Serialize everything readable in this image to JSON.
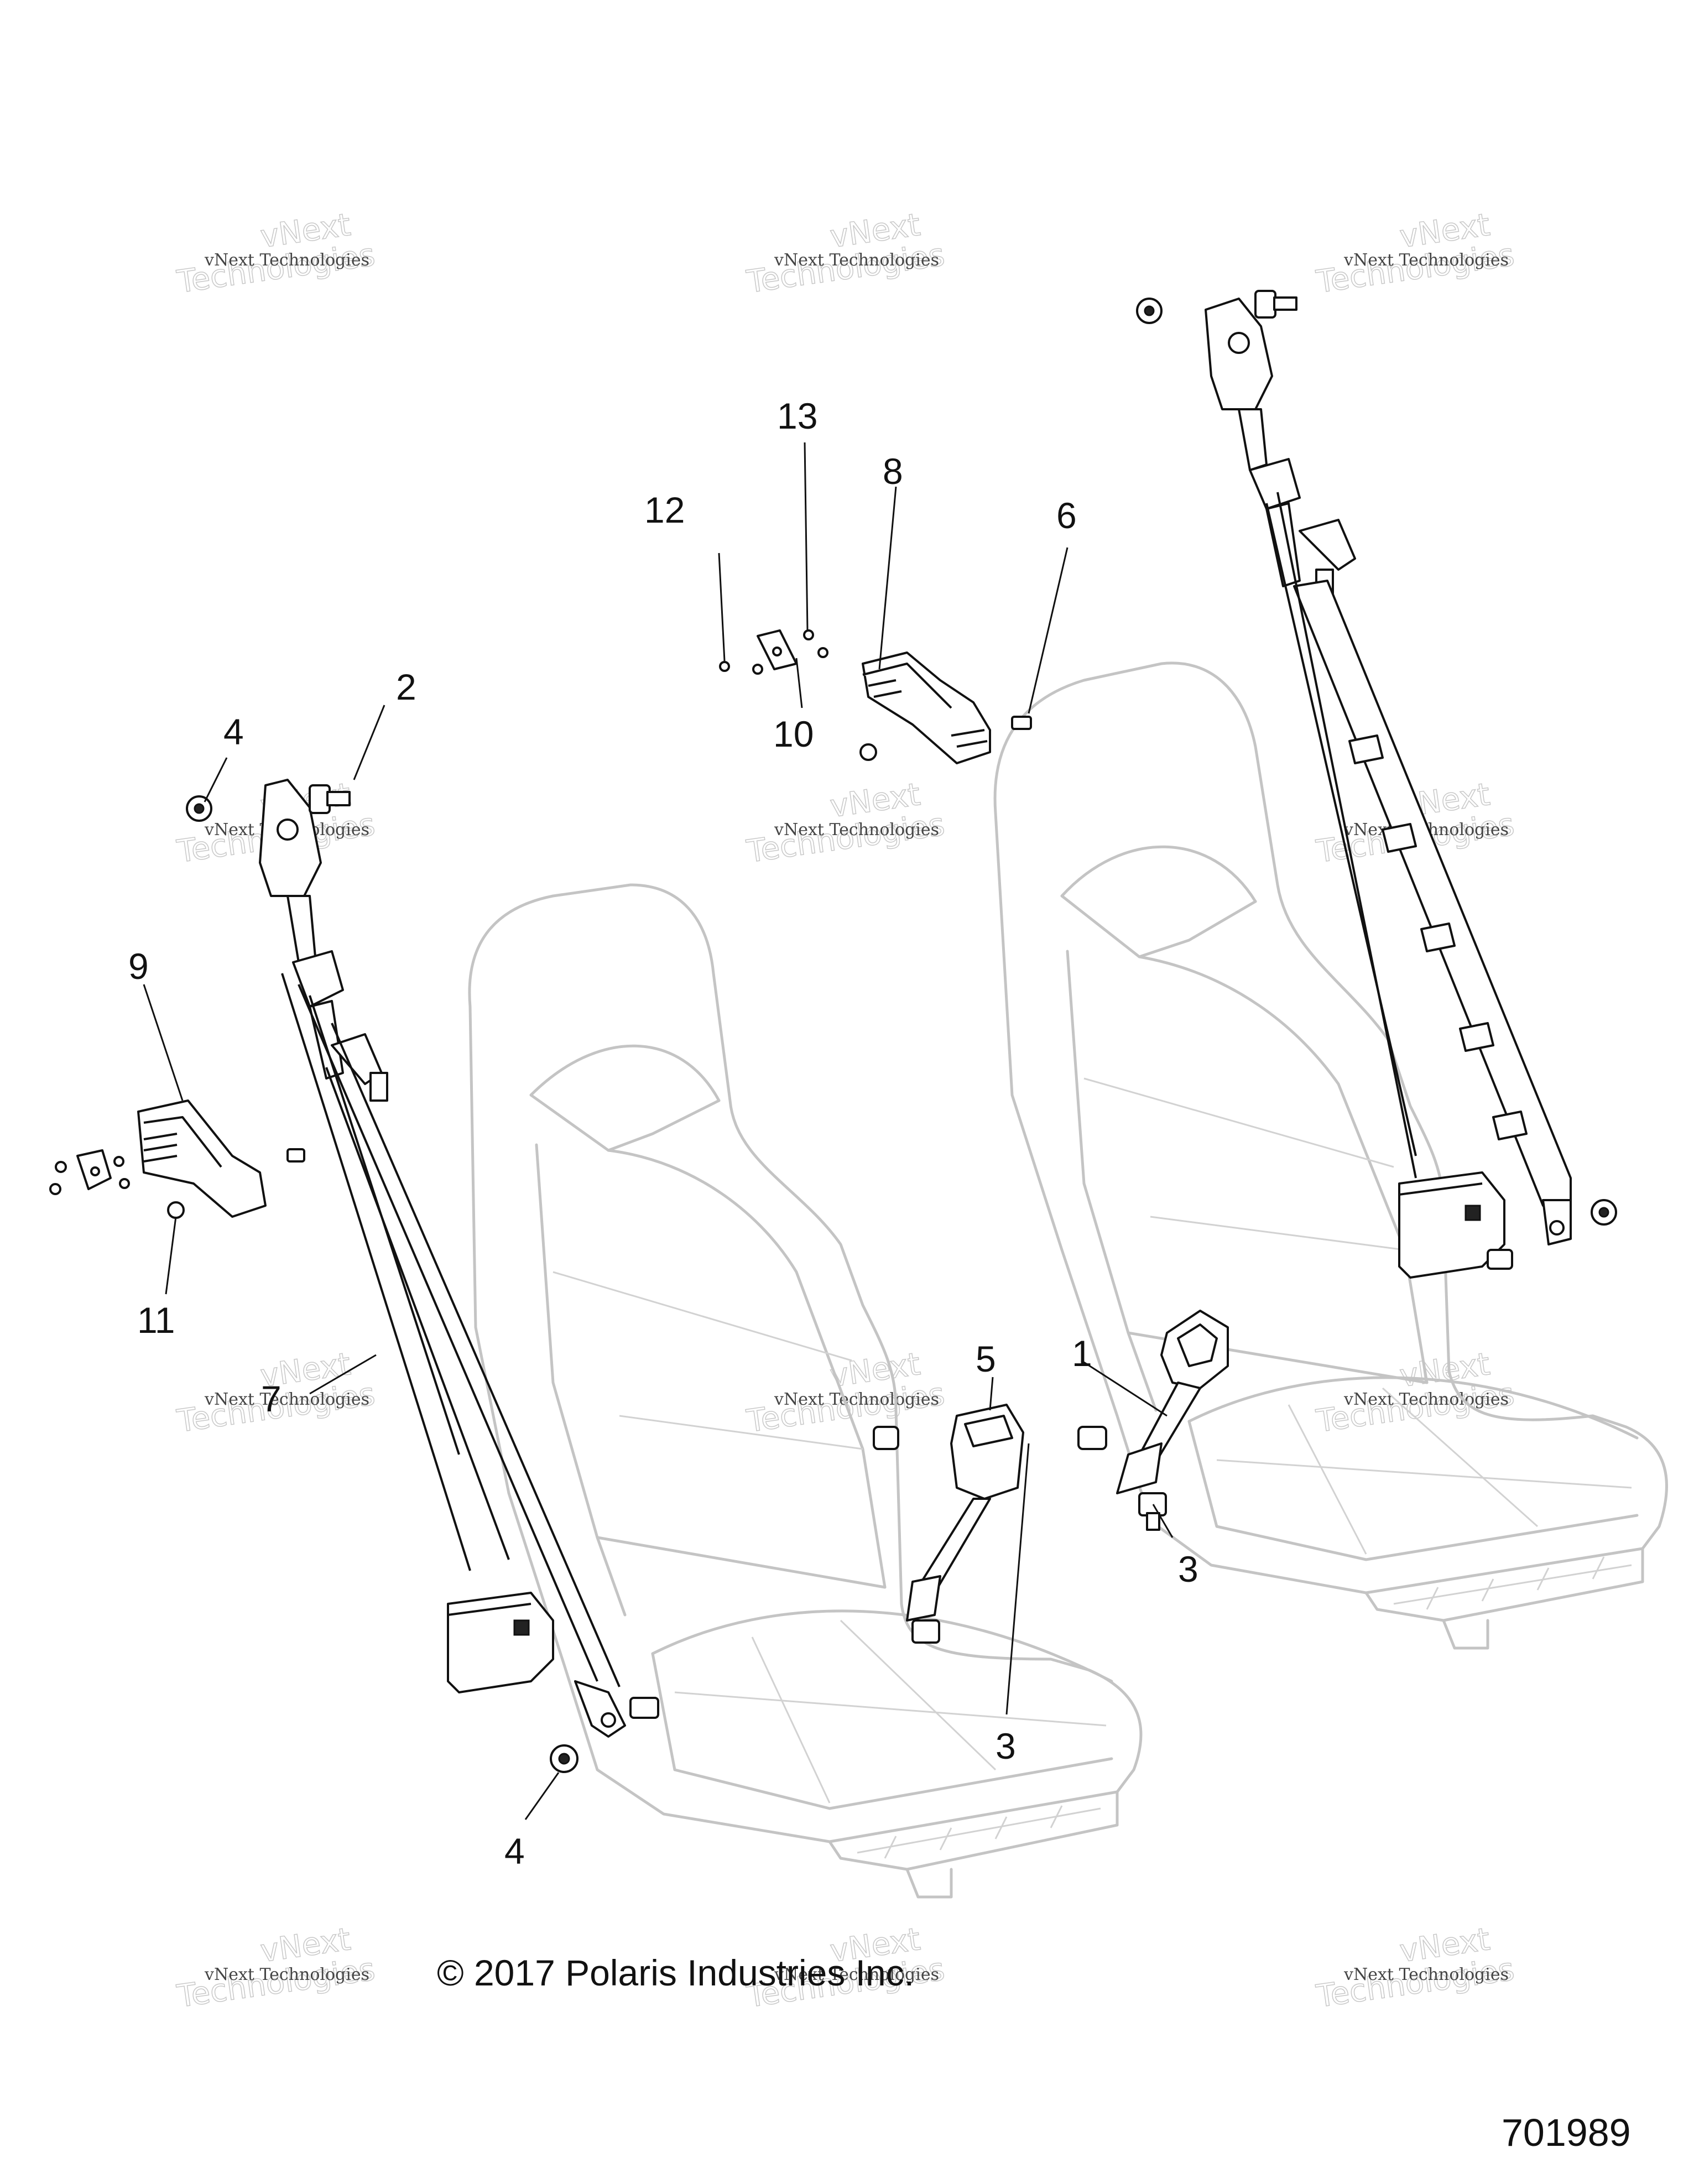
{
  "callouts": [
    {
      "id": "1",
      "label": "1"
    },
    {
      "id": "2",
      "label": "2"
    },
    {
      "id": "3a",
      "label": "3"
    },
    {
      "id": "3b",
      "label": "3"
    },
    {
      "id": "4a",
      "label": "4"
    },
    {
      "id": "4b",
      "label": "4"
    },
    {
      "id": "5",
      "label": "5"
    },
    {
      "id": "6",
      "label": "6"
    },
    {
      "id": "7",
      "label": "7"
    },
    {
      "id": "8",
      "label": "8"
    },
    {
      "id": "9",
      "label": "9"
    },
    {
      "id": "10",
      "label": "10"
    },
    {
      "id": "11",
      "label": "11"
    },
    {
      "id": "12",
      "label": "12"
    },
    {
      "id": "13",
      "label": "13"
    }
  ],
  "copyright": "© 2017 Polaris Industries Inc.",
  "document_number": "701989",
  "watermark": {
    "line1": "vNext Technologies",
    "line2": "vNext",
    "line3": "Technologies"
  }
}
